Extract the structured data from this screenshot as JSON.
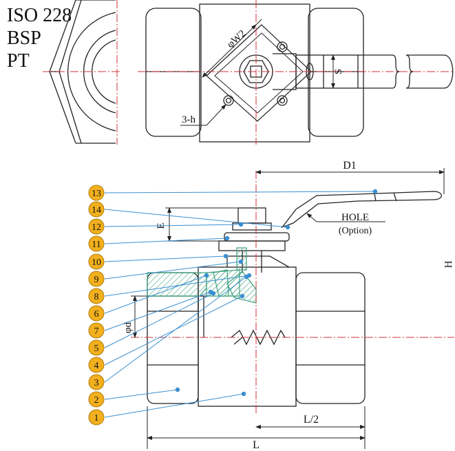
{
  "standards": [
    "ISO 228",
    "BSP",
    "PT"
  ],
  "top_view": {
    "dim_w2": "φW2",
    "dim_s": "S",
    "dim_3h": "3-h"
  },
  "section_view": {
    "dim_d1": "D1",
    "dim_e": "E",
    "dim_h": "H",
    "dim_d": "φd",
    "dim_l": "L",
    "dim_l2": "L/2",
    "hole_label": "HOLE",
    "hole_option": "(Option)"
  },
  "part_callouts": [
    "13",
    "14",
    "12",
    "11",
    "10",
    "9",
    "8",
    "6",
    "7",
    "5",
    "4",
    "3",
    "2",
    "1"
  ],
  "colors": {
    "line": "#222222",
    "centerline": "#d0323a",
    "leader": "#3a8fd0",
    "hatch": "#3aa07a",
    "balloon": "#f2b01e",
    "balloon_edge": "#b07a08"
  }
}
